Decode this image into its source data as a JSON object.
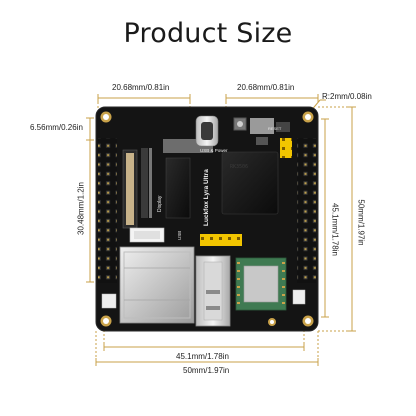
{
  "title": "Product Size",
  "dimensions": {
    "top_left_width": "20.68mm/0.81in",
    "top_right_width": "20.68mm/0.81in",
    "corner_radius": "R:2mm/0.08in",
    "left_offset": "6.56mm/0.26in",
    "left_height": "30.48mm/1.2in",
    "inner_height": "45.1mm/1.78in",
    "outer_height": "50mm/1.97in",
    "inner_width": "45.1mm/1.78in",
    "outer_width": "50mm/1.97in"
  },
  "board_labels": {
    "usb_power": "USB & Power",
    "product_name": "Luckfox Lyra Ultra",
    "display": "Display",
    "reset": "RESET",
    "usb": "USB"
  },
  "colors": {
    "pcb": "#141414",
    "pcb_edge": "#2a2a2a",
    "pad_gold": "#c9a24a",
    "header_yellow": "#f2c500",
    "dim_line": "#c9a24a",
    "rj45_silver": "#d8d8d8",
    "module_green": "#3f7a52"
  }
}
